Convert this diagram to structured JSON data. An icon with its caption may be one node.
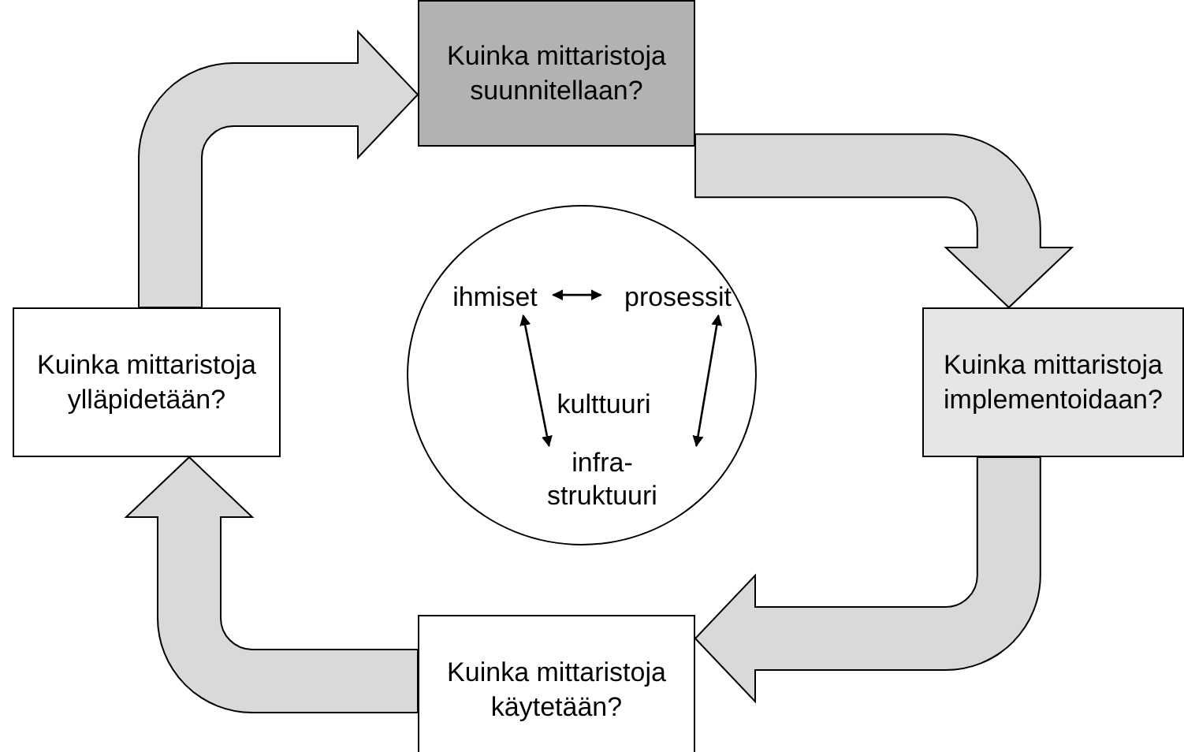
{
  "diagram": {
    "nodes": [
      {
        "text": [
          "Kuinka mittaristoja suunnitellaan?"
        ]
      },
      {
        "text": [
          "Kuinka mittaristoja ylläpidetään?"
        ]
      },
      {
        "text": [
          "kulttuuri"
        ]
      },
      {
        "text": [
          "ihmiset"
        ],
        "in": 2
      },
      {
        "text": [
          "prosessit"
        ],
        "in": 2
      },
      {
        "text": [
          "infra- struktuuri"
        ],
        "in": 2
      },
      {
        "text": [
          "Kuinka mittaristoja implementoidaan?"
        ]
      },
      {
        "text": [
          "Kuinka mittaristoja käytetään?"
        ]
      }
    ],
    "edges": [
      {
        "from": 1,
        "to": 0,
        "arrow": "to",
        "style": "thick"
      },
      {
        "from": 0,
        "to": 6,
        "arrow": "to",
        "style": "thick"
      },
      {
        "from": 6,
        "to": 7,
        "arrow": "to",
        "style": "thick"
      },
      {
        "from": 7,
        "to": 1,
        "arrow": "to",
        "style": "thick"
      },
      {
        "from": 3,
        "to": 4,
        "arrow": "both"
      },
      {
        "from": 3,
        "to": 5,
        "arrow": "both"
      },
      {
        "from": 4,
        "to": 5,
        "arrow": "both"
      }
    ]
  }
}
